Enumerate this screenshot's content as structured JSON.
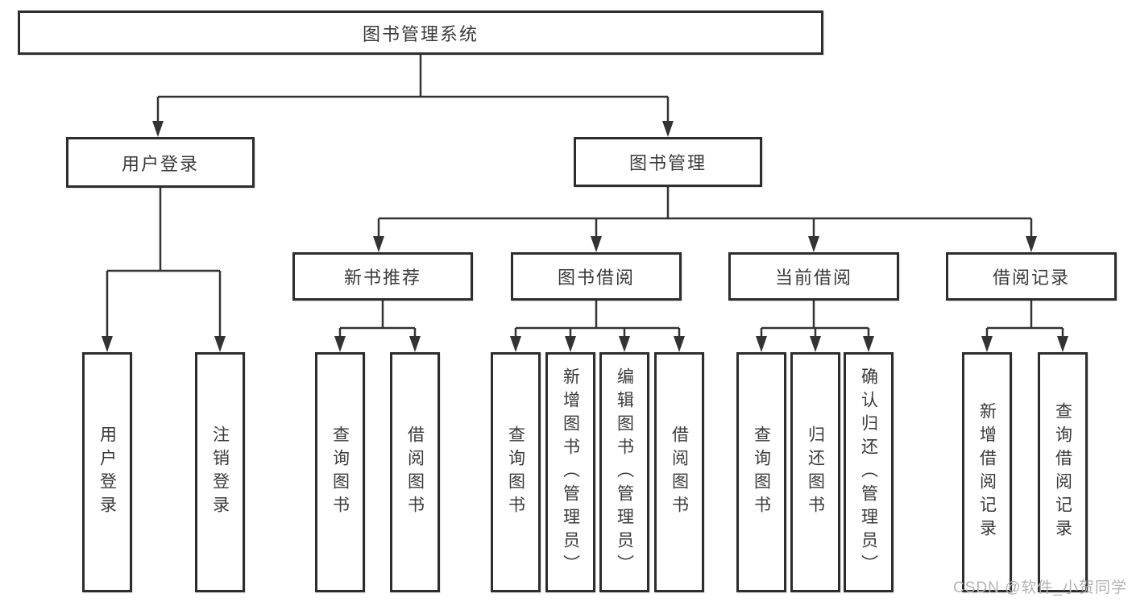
{
  "diagram": {
    "title_hint": "library management system functional structure diagram",
    "colors": {
      "line": "#333333",
      "border": "#2d2d2d",
      "text": "#3a3a3a",
      "watermark": "#b3b3b3",
      "background": "#ffffff"
    },
    "root": {
      "label": "图书管理系统"
    },
    "branches": [
      {
        "label": "用户登录",
        "children": [
          {
            "label": "用户登录"
          },
          {
            "label": "注销登录"
          }
        ]
      },
      {
        "label": "图书管理",
        "children": [
          {
            "label": "新书推荐",
            "children": [
              {
                "label": "查询图书"
              },
              {
                "label": "借阅图书"
              }
            ]
          },
          {
            "label": "图书借阅",
            "children": [
              {
                "label": "查询图书"
              },
              {
                "label": "新增图书（管理员）"
              },
              {
                "label": "编辑图书（管理员）"
              },
              {
                "label": "借阅图书"
              }
            ]
          },
          {
            "label": "当前借阅",
            "children": [
              {
                "label": "查询图书"
              },
              {
                "label": "归还图书"
              },
              {
                "label": "确认归还（管理员）"
              }
            ]
          },
          {
            "label": "借阅记录",
            "children": [
              {
                "label": "新增借阅记录"
              },
              {
                "label": "查询借阅记录"
              }
            ]
          }
        ]
      }
    ],
    "watermark": "CSDN @软件_小贺同学"
  }
}
